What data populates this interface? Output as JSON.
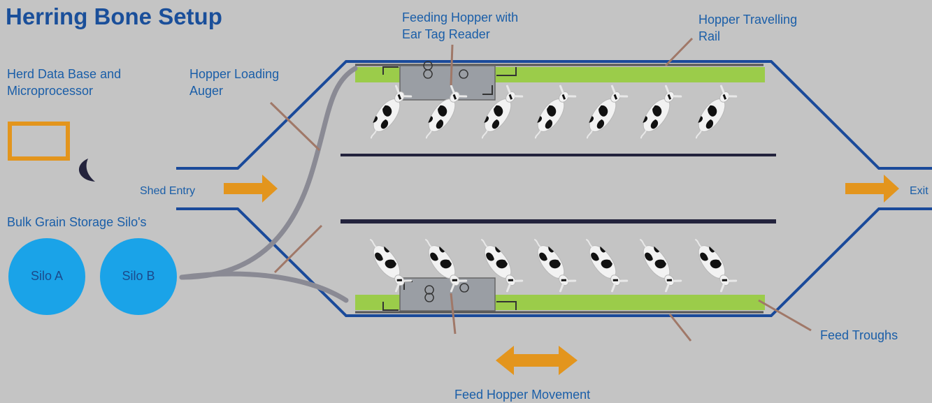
{
  "title": "Herring Bone Setup",
  "labels": {
    "herd_db": "Herd Data Base and\nMicroprocessor",
    "loading_auger": "Hopper Loading\nAuger",
    "feeding_hopper": "Feeding Hopper with\nEar Tag Reader",
    "travelling_rail": "Hopper Travelling\nRail",
    "shed_entry": "Shed Entry",
    "exit": "Exit",
    "bulk_grain": "Bulk Grain Storage Silo's",
    "feed_troughs": "Feed Troughs",
    "hopper_movement": "Feed Hopper Movement"
  },
  "silos": [
    {
      "label": "Silo A"
    },
    {
      "label": "Silo B"
    }
  ],
  "colors": {
    "background": "#c4c4c4",
    "wall": "#1a4a9a",
    "trough": "#9bcc4a",
    "hopper": "#9a9ea4",
    "auger": "#8a8a94",
    "arrow": "#e3951d",
    "silo": "#1aa3e8",
    "leader": "#a07868",
    "divider": "#23233d"
  },
  "cow_rows": [
    {
      "row": "top",
      "count": 7
    },
    {
      "row": "bottom",
      "count": 7
    }
  ]
}
